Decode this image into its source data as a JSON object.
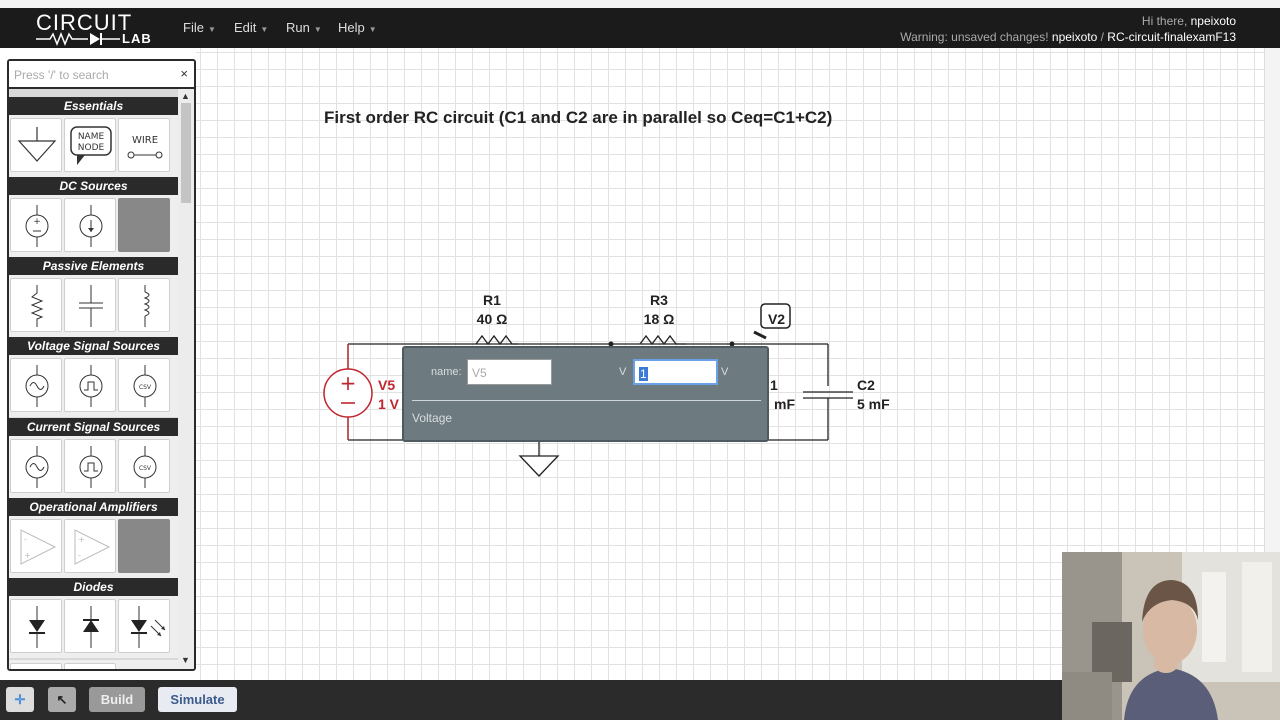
{
  "header": {
    "logo_top": "CIRCUIT",
    "logo_bottom": "LAB",
    "menus": [
      {
        "label": "File"
      },
      {
        "label": "Edit"
      },
      {
        "label": "Run"
      },
      {
        "label": "Help"
      }
    ],
    "greeting_prefix": "Hi there,",
    "greeting_user": "npeixoto",
    "warning": "Warning: unsaved changes!",
    "owner": "npeixoto",
    "separator": "/",
    "circuit_name": "RC-circuit-finalexamF13"
  },
  "sidebar": {
    "search_placeholder": "Press '/' to search",
    "search_clear": "×",
    "categories": [
      {
        "title": "Essentials",
        "items": [
          "ground-icon",
          "name-node-icon",
          "wire-icon"
        ]
      },
      {
        "title": "DC Sources",
        "items": [
          "dc-voltage-source-icon",
          "dc-current-source-icon"
        ]
      },
      {
        "title": "Passive Elements",
        "items": [
          "resistor-icon",
          "capacitor-icon",
          "inductor-icon"
        ]
      },
      {
        "title": "Voltage Signal Sources",
        "items": [
          "sine-voltage-source-icon",
          "square-voltage-source-icon",
          "csv-voltage-source-icon"
        ]
      },
      {
        "title": "Current Signal Sources",
        "items": [
          "sine-current-source-icon",
          "square-current-source-icon",
          "csv-current-source-icon"
        ]
      },
      {
        "title": "Operational Amplifiers",
        "items": [
          "opamp-icon",
          "opamp-alt-icon"
        ]
      },
      {
        "title": "Diodes",
        "items": [
          "diode-icon",
          "zener-diode-icon",
          "led-icon"
        ]
      }
    ],
    "tile_text": {
      "name_node": "NAME NODE",
      "wire": "WIRE",
      "csv": "CSV"
    }
  },
  "canvas": {
    "title": "First order RC circuit (C1 and C2 are in parallel so Ceq=C1+C2)",
    "components": {
      "r1": {
        "name": "R1",
        "value": "40 Ω"
      },
      "r3": {
        "name": "R3",
        "value": "18 Ω"
      },
      "v5": {
        "name": "V5",
        "value": "1 V"
      },
      "c1_partial": {
        "name": "1",
        "value": "mF"
      },
      "c2": {
        "name": "C2",
        "value": "5 mF"
      },
      "probe": "V2"
    }
  },
  "popup": {
    "name_label": "name:",
    "name_value": "V5",
    "value_prefix": "V",
    "value": "1",
    "value_unit": "V",
    "category": "Voltage"
  },
  "bottombar": {
    "build_label": "Build",
    "simulate_label": "Simulate"
  },
  "colors": {
    "accent_red": "#c0262f",
    "popup_bg": "#6d7a80",
    "header_bg": "#1b1b1b"
  }
}
